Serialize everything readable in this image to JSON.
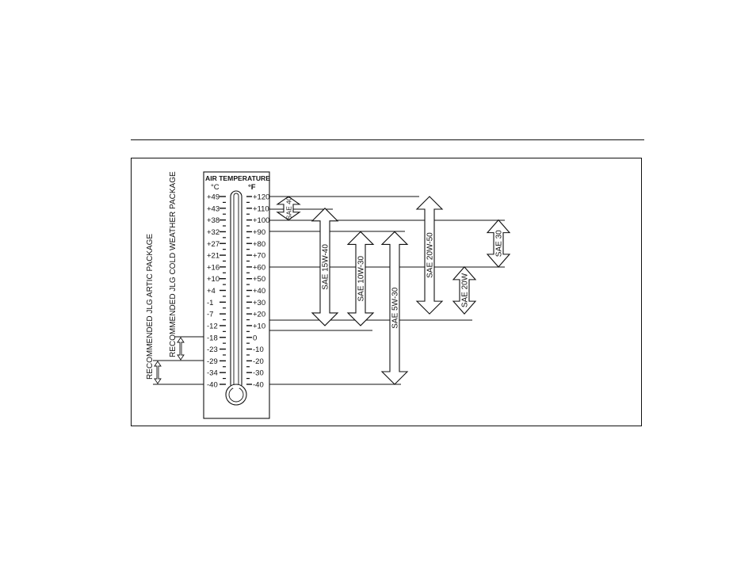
{
  "header": {
    "title": "AIR TEMPERATURE",
    "celsius_unit": "°C",
    "fahrenheit_unit": "°F"
  },
  "scale": [
    {
      "c": "+49",
      "f": "+120"
    },
    {
      "c": "+43",
      "f": "+110"
    },
    {
      "c": "+38",
      "f": "+100"
    },
    {
      "c": "+32",
      "f": "+90"
    },
    {
      "c": "+27",
      "f": "+80"
    },
    {
      "c": "+21",
      "f": "+70"
    },
    {
      "c": "+16",
      "f": "+60"
    },
    {
      "c": "+10",
      "f": "+50"
    },
    {
      "c": "+4",
      "f": "+40"
    },
    {
      "c": "-1",
      "f": "+30"
    },
    {
      "c": "-7",
      "f": "+20"
    },
    {
      "c": "-12",
      "f": "+10"
    },
    {
      "c": "-18",
      "f": "0"
    },
    {
      "c": "-23",
      "f": "-10"
    },
    {
      "c": "-29",
      "f": "-20"
    },
    {
      "c": "-34",
      "f": "-30"
    },
    {
      "c": "-40",
      "f": "-40"
    }
  ],
  "oil_grades": [
    {
      "label": "SAE 40",
      "min_f": 100,
      "max_f": 120
    },
    {
      "label": "SAE 15W-40",
      "min_f": 10,
      "max_f": 110
    },
    {
      "label": "SAE 10W-30",
      "min_f": 10,
      "max_f": 90
    },
    {
      "label": "SAE 5W-30",
      "min_f": -40,
      "max_f": 90
    },
    {
      "label": "SAE 20W-50",
      "min_f": 20,
      "max_f": 120
    },
    {
      "label": "SAE 20W",
      "min_f": 20,
      "max_f": 60
    },
    {
      "label": "SAE 30",
      "min_f": 60,
      "max_f": 100
    }
  ],
  "packages": [
    {
      "label": "RECOMMENDED JLG ARTIC PACKAGE",
      "min_f": -40,
      "max_f": -20
    },
    {
      "label": "RECOMMENDED JLG COLD WEATHER PACKAGE",
      "min_f": -20,
      "max_f": 0
    }
  ]
}
